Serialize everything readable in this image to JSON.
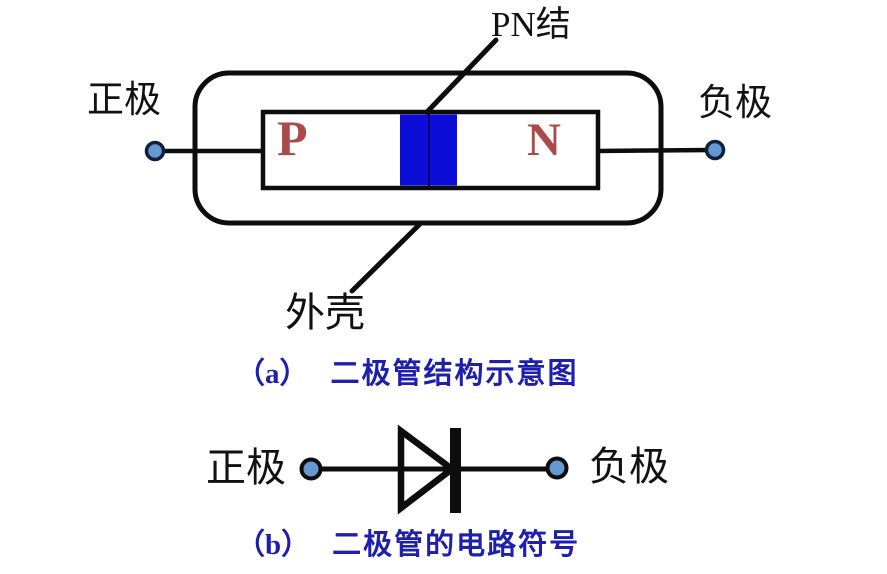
{
  "colors": {
    "background": "#ffffff",
    "line_black": "#0d0d0d",
    "junction_blue": "#0d0dd8",
    "junction_midline": "#00006a",
    "terminal_fill": "#6797d0",
    "region_letter_red": "#ab4a4a",
    "caption_blue": "#1f1fae"
  },
  "figure_a": {
    "anode_label": "正极",
    "cathode_label": "负极",
    "pn_junction_label": "PN结",
    "shell_label": "外壳",
    "p_region": "P",
    "n_region": "N",
    "caption_index": "（a）",
    "caption": "二极管结构示意图"
  },
  "figure_b": {
    "anode_label": "正极",
    "cathode_label": "负极",
    "caption_index": "（b）",
    "caption": "二极管的电路符号"
  }
}
